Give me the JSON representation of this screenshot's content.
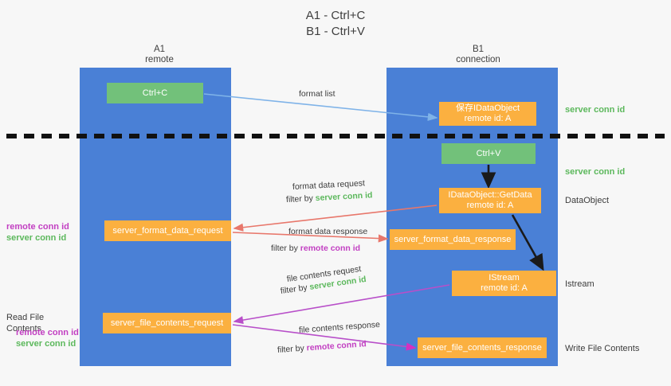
{
  "title": "A1 - Ctrl+C\nB1 - Ctrl+V",
  "colors": {
    "lane": "#4a80d6",
    "box_orange": "#fbb040",
    "box_green": "#72c17a",
    "server_conn_id": "#5cb85c",
    "remote_conn_id": "#c23fc2",
    "arrow_blue": "#7fb3e8",
    "arrow_red": "#e8776b",
    "arrow_purple": "#b84fc9",
    "arrow_magenta": "#d62fbf",
    "arrow_black": "#1a1a1a",
    "divider": "#111111",
    "background": "#f7f7f7"
  },
  "columns": [
    {
      "name": "A1",
      "sub": "remote",
      "label": "A1\nremote"
    },
    {
      "name": "B1",
      "sub": "connection",
      "label": "B1\nconnection"
    }
  ],
  "boxes": {
    "ctrl_c": "Ctrl+C",
    "idataobject": "保存IDataObject\nremote id: A",
    "ctrl_v": "Ctrl+V",
    "getdata": "IDataObject::GetData\nremote id: A",
    "server_format_data_request": "server_format_data_request",
    "server_format_data_response": "server_format_data_response",
    "istream": "IStream\nremote id: A",
    "server_file_contents_request": "server_file_contents_request",
    "server_file_contents_response": "server_file_contents_response"
  },
  "right_labels": {
    "server_conn_id_1": "server conn id",
    "server_conn_id_2": "server conn id",
    "dataobject": "DataObject",
    "istream": "Istream",
    "write_file_contents": "Write File Contents"
  },
  "left_labels": {
    "remote_conn_id_1": "remote conn id",
    "server_conn_id_1": "server conn id",
    "read_file_contents": "Read File Contents",
    "remote_conn_id_2": "remote conn id",
    "server_conn_id_2": "server conn id"
  },
  "arrow_labels": {
    "format_list": "format list",
    "format_data_request": "format data request",
    "format_data_request_filter_prefix": "filter by ",
    "format_data_request_filter_value": "server conn id",
    "format_data_response": "format data response",
    "format_data_response_filter_prefix": "filter by ",
    "format_data_response_filter_value": "remote conn id",
    "file_contents_request": "file contents request",
    "file_contents_request_filter_prefix": "filter by ",
    "file_contents_request_filter_value": "server conn id",
    "file_contents_response": "file contents response",
    "file_contents_response_filter_prefix": "filter by ",
    "file_contents_response_filter_value": "remote conn id"
  }
}
